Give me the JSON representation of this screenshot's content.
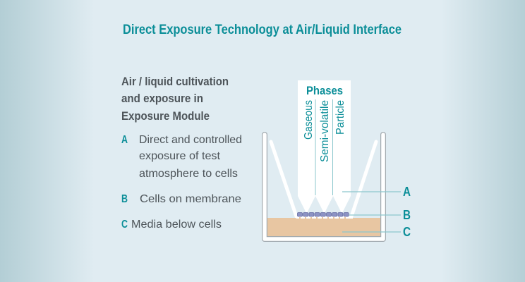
{
  "title": "Direct Exposure Technology at Air/Liquid Interface",
  "description": {
    "heading_lines": [
      "Air / liquid cultivation",
      "and exposure in",
      "Exposure Module"
    ],
    "items": [
      {
        "letter": "A",
        "lines": [
          "Direct and controlled",
          "exposure of test",
          "atmosphere to cells"
        ]
      },
      {
        "letter": "B",
        "lines": [
          "Cells on membrane"
        ]
      },
      {
        "letter": "C",
        "lines": [
          "Media below cells"
        ]
      }
    ]
  },
  "diagram": {
    "phases_title": "Phases",
    "phases": [
      "Gaseous",
      "Semi-volatile",
      "Particle"
    ],
    "labels": [
      "A",
      "B",
      "C"
    ],
    "colors": {
      "accent": "#0b8e98",
      "text": "#4d5459",
      "media": "#e8c6a2",
      "cells": "#8c93c4",
      "background": "#e0ecf2"
    }
  }
}
